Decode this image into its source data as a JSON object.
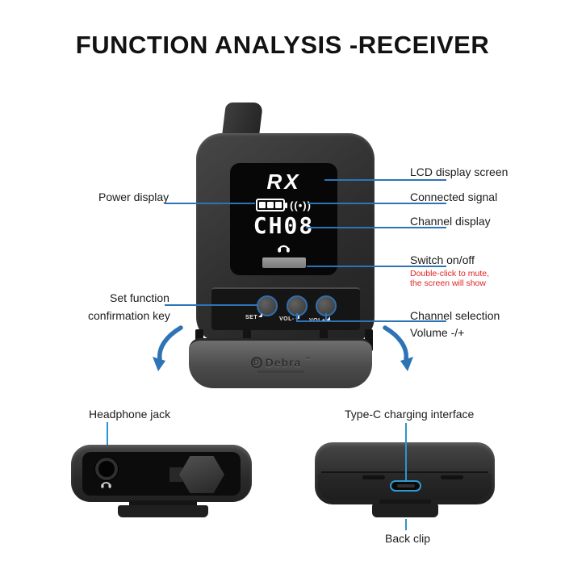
{
  "title": "FUNCTION ANALYSIS -RECEIVER",
  "device": {
    "brand": "RX",
    "channel": "CH08",
    "signal_icon": "((•))",
    "set_label": "SET",
    "vol_minus_label": "VOL-",
    "vol_plus_label": "VOL+",
    "clip_brand_initial": "D",
    "clip_brand": "Debra",
    "clip_tm": "™"
  },
  "callouts": {
    "power": "Power display",
    "set_line1": "Set function",
    "set_line2": "confirmation key",
    "lcd": "LCD display screen",
    "signal": "Connected signal",
    "channel": "Channel display",
    "switch": "Switch on/off",
    "switch_note_line1": "Double-click to mute,",
    "switch_note_line2": "the screen will show",
    "channel_selection": "Channel selection",
    "volume": "Volume -/+",
    "headphone_jack": "Headphone jack",
    "type_c": "Type-C charging interface",
    "back_clip": "Back clip"
  },
  "colors": {
    "callout_line": "#2e74b5",
    "highlight_blue": "#2d9ad2",
    "note_red": "#e32222",
    "body_dark": "#2e2e2e",
    "screen_black": "#070707"
  }
}
